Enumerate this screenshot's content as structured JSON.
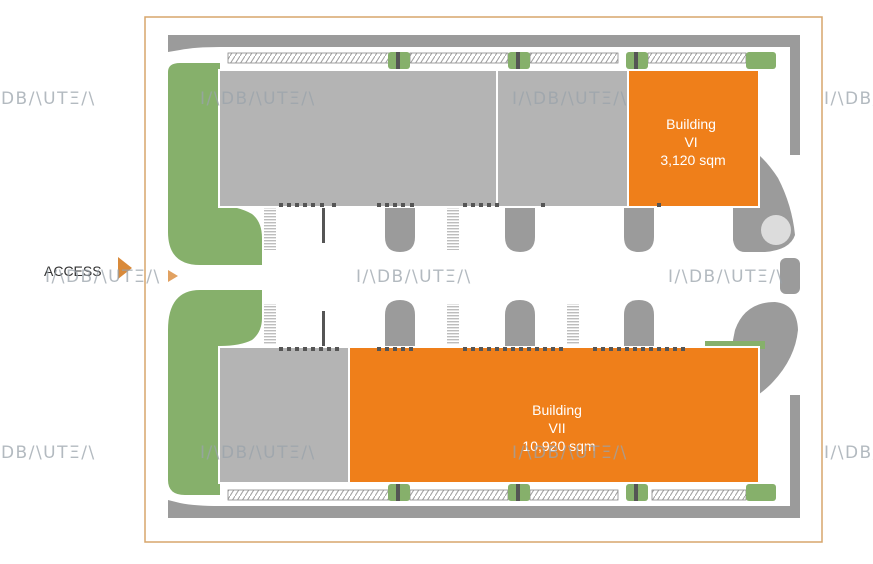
{
  "plan": {
    "access_label": "ACCESS",
    "watermark": "I/\\DB/\\UTΞ/\\",
    "buildings": [
      {
        "id": "vi",
        "lines": [
          "Building",
          "VI",
          "3,120 sqm"
        ],
        "highlighted": true
      },
      {
        "id": "vii",
        "lines": [
          "Building",
          "VII",
          "10,920 sqm"
        ],
        "highlighted": true
      }
    ],
    "colors": {
      "highlight": "#ef7f1a",
      "building": "#b4b4b4",
      "green": "#86b06b",
      "road": "#8f8f8f",
      "border": "#d7a56c",
      "arrow": "#d98a3a"
    }
  }
}
